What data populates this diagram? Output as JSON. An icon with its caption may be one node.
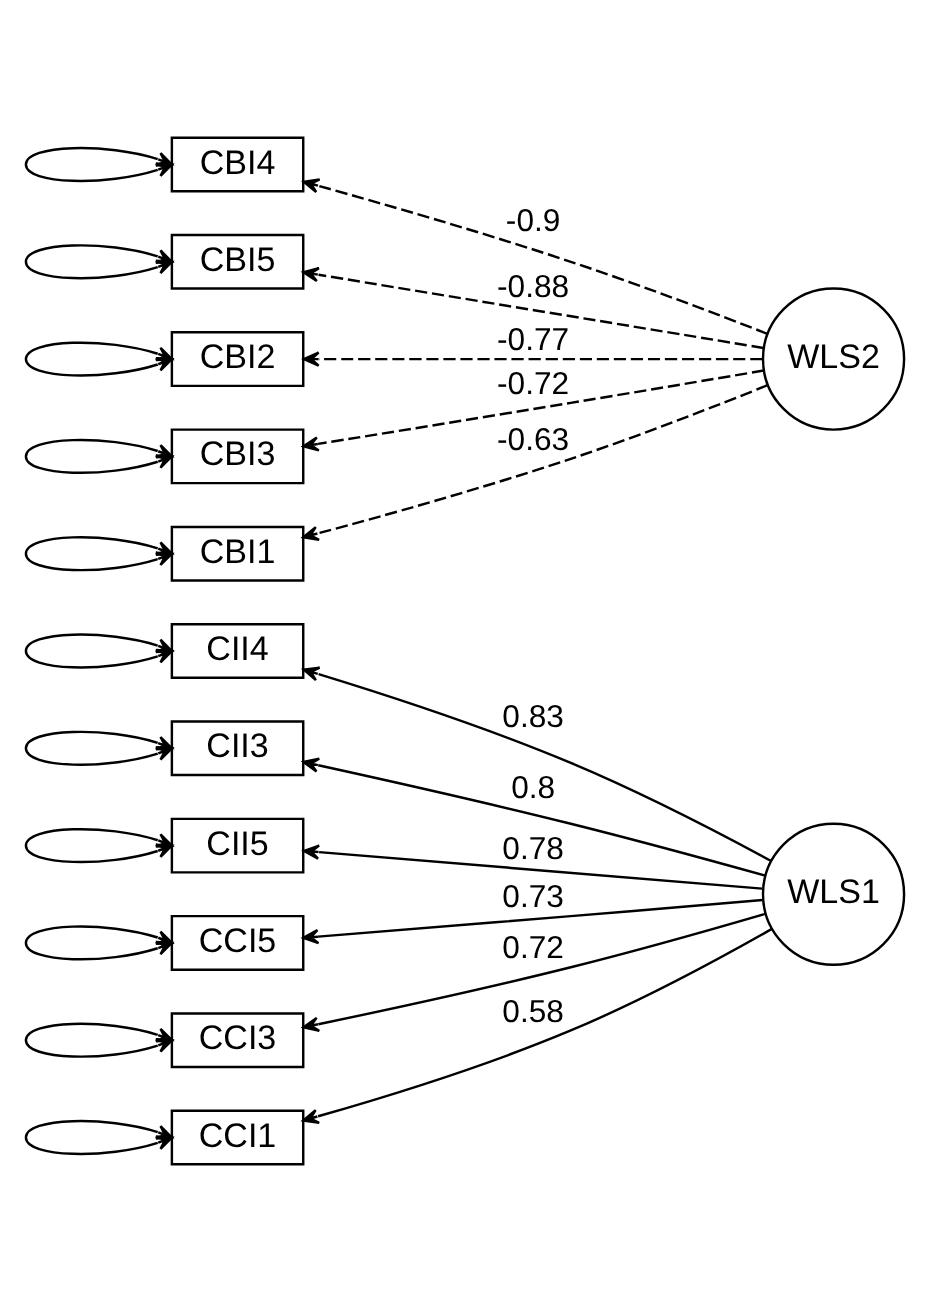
{
  "diagram": {
    "nodes": [
      {
        "text": [
          "CII4"
        ]
      },
      {
        "text": [
          "CII3"
        ]
      },
      {
        "text": [
          "CII5"
        ]
      },
      {
        "text": [
          "CCI5"
        ]
      },
      {
        "text": [
          "CCI3"
        ]
      },
      {
        "text": [
          "CCI1"
        ]
      },
      {
        "text": [
          "WLS1"
        ]
      },
      {
        "text": [
          "CBI4"
        ]
      },
      {
        "text": [
          "CBI5"
        ]
      },
      {
        "text": [
          "CBI2"
        ]
      },
      {
        "text": [
          "CBI3"
        ]
      },
      {
        "text": [
          "CBI1"
        ]
      },
      {
        "text": [
          "WLS2"
        ]
      }
    ],
    "edges": [
      {
        "from": 6,
        "to": 0,
        "arrow": "to",
        "label": "0.83"
      },
      {
        "from": 6,
        "to": 1,
        "arrow": "to",
        "label": "0.8"
      },
      {
        "from": 6,
        "to": 2,
        "arrow": "to",
        "label": "0.78"
      },
      {
        "from": 6,
        "to": 3,
        "arrow": "to",
        "label": "0.73"
      },
      {
        "from": 6,
        "to": 4,
        "arrow": "to",
        "label": "0.72"
      },
      {
        "from": 6,
        "to": 5,
        "arrow": "to",
        "label": "0.58"
      },
      {
        "from": 12,
        "to": 7,
        "arrow": "to",
        "label": "-0.9",
        "style": "dashed"
      },
      {
        "from": 12,
        "to": 8,
        "arrow": "to",
        "label": "-0.88",
        "style": "dashed"
      },
      {
        "from": 12,
        "to": 9,
        "arrow": "to",
        "label": "-0.77",
        "style": "dashed"
      },
      {
        "from": 12,
        "to": 10,
        "arrow": "to",
        "label": "-0.72",
        "style": "dashed"
      },
      {
        "from": 12,
        "to": 11,
        "arrow": "to",
        "label": "-0.63",
        "style": "dashed"
      },
      {
        "from": 0,
        "to": 0,
        "arrow": "both"
      },
      {
        "from": 1,
        "to": 1,
        "arrow": "both"
      },
      {
        "from": 2,
        "to": 2,
        "arrow": "both"
      },
      {
        "from": 3,
        "to": 3,
        "arrow": "both"
      },
      {
        "from": 4,
        "to": 4,
        "arrow": "both"
      },
      {
        "from": 5,
        "to": 5,
        "arrow": "both"
      },
      {
        "from": 7,
        "to": 7,
        "arrow": "both"
      },
      {
        "from": 8,
        "to": 8,
        "arrow": "both"
      },
      {
        "from": 9,
        "to": 9,
        "arrow": "both"
      },
      {
        "from": 10,
        "to": 10,
        "arrow": "both"
      },
      {
        "from": 11,
        "to": 11,
        "arrow": "both"
      }
    ]
  }
}
